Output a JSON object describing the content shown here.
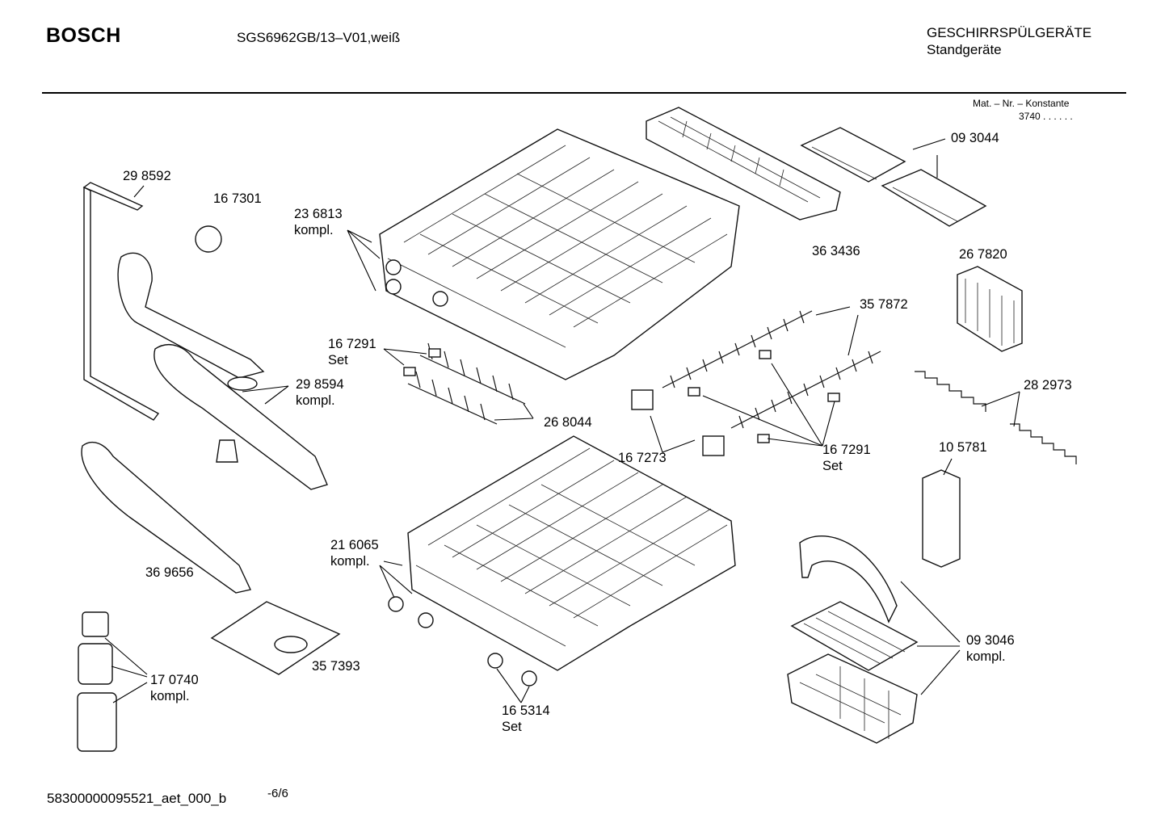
{
  "header": {
    "brand": "BOSCH",
    "model": "SGS6962GB/13–V01,weiß",
    "category_line1": "GESCHIRRSPÜLGERÄTE",
    "category_line2": "Standgeräte",
    "mat_label": "Mat. – Nr. – Konstante",
    "mat_value": "3740  .   .    .  .  .  ."
  },
  "parts": [
    {
      "number": "29 8592",
      "note": ""
    },
    {
      "number": "16 7301",
      "note": ""
    },
    {
      "number": "23 6813",
      "note": "kompl."
    },
    {
      "number": "09 3044",
      "note": ""
    },
    {
      "number": "36 3436",
      "note": ""
    },
    {
      "number": "26 7820",
      "note": ""
    },
    {
      "number": "35 7872",
      "note": ""
    },
    {
      "number": "16 7291",
      "note": "Set"
    },
    {
      "number": "29 8594",
      "note": "kompl."
    },
    {
      "number": "26 8044",
      "note": ""
    },
    {
      "number": "28 2973",
      "note": ""
    },
    {
      "number": "16 7273",
      "note": ""
    },
    {
      "number": "16 7291",
      "note": "Set"
    },
    {
      "number": "10 5781",
      "note": ""
    },
    {
      "number": "21 6065",
      "note": "kompl."
    },
    {
      "number": "36 9656",
      "note": ""
    },
    {
      "number": "09 3046",
      "note": "kompl."
    },
    {
      "number": "35 7393",
      "note": ""
    },
    {
      "number": "17 0740",
      "note": "kompl."
    },
    {
      "number": "16 5314",
      "note": "Set"
    }
  ],
  "footer": {
    "doc_id": "58300000095521_aet_000_b",
    "page": "-6/6"
  }
}
